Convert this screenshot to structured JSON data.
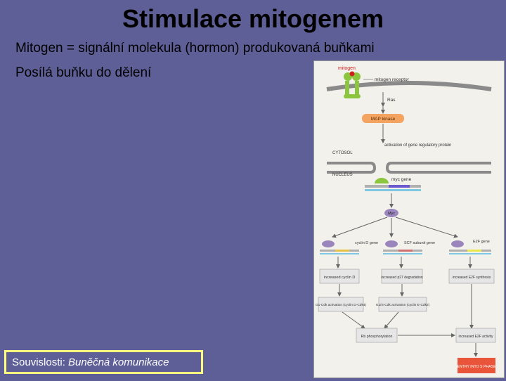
{
  "slide": {
    "title": "Stimulace mitogenem",
    "line1_term": "Mitogen",
    "line1_rest": " = signální molekula (hormon) produkovaná buňkami",
    "line2": "Posílá buňku do dělení",
    "related_label": "Souvislosti:",
    "related_link": "Buněčná komunikace"
  },
  "figure": {
    "mitogen": "mitogen",
    "receptor": "mitogen receptor",
    "ras": "Ras",
    "map_kinase": "MAP kinase",
    "activation": "activation of gene regulatory protein",
    "cytosol": "CYTOSOL",
    "nucleus": "NUCLEUS",
    "myc_gene": "myc gene",
    "myc": "Myc",
    "cyclin_d_gene": "cyclin D gene",
    "scf_gene": "SCF subunit gene",
    "e2f_gene": "E2F gene",
    "inc_cyclin_d": "increased cyclin D",
    "inc_degradation": "increased p27 degradation",
    "inc_synthesis": "increased E2F synthesis",
    "g1_cdk": "G1-Cdk activation (cyclin D-Cdk4)",
    "g1s_cdk": "G1/S-Cdk activation (cyclin E-Cdk2)",
    "rb": "Rb phosphorylation",
    "inc_e2f_activity": "increased E2F activity",
    "entry": "ENTRY INTO S PHASE"
  },
  "colors": {
    "background": "#5f5f98",
    "accent_border": "#ffff80",
    "myc_purple": "#9a86bc",
    "map_kinase_orange": "#f4a460",
    "receptor_green": "#8cc63f",
    "entry_red": "#e8553a"
  }
}
